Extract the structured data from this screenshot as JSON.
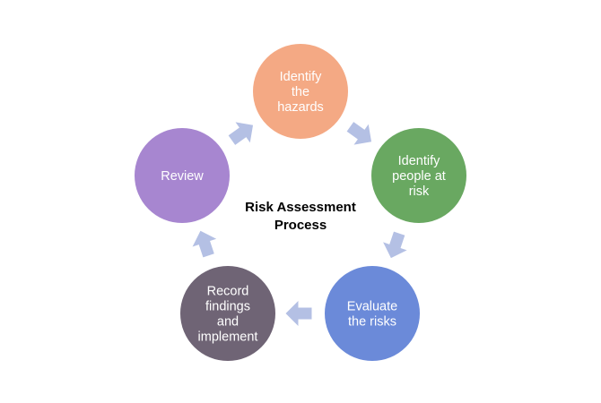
{
  "diagram": {
    "title_lines": [
      "Risk Assessment",
      "Process"
    ],
    "arrow_color": "#b4c0e4",
    "steps": [
      {
        "id": "identify-hazards",
        "lines": [
          "Identify",
          "the",
          "hazards"
        ],
        "color": "#f4a984"
      },
      {
        "id": "identify-people",
        "lines": [
          "Identify",
          "people at",
          "risk"
        ],
        "color": "#69a861"
      },
      {
        "id": "evaluate-risks",
        "lines": [
          "Evaluate",
          "the risks"
        ],
        "color": "#6b8ad9"
      },
      {
        "id": "record-findings",
        "lines": [
          "Record",
          "findings",
          "and",
          "implement"
        ],
        "color": "#6f6475"
      },
      {
        "id": "review",
        "lines": [
          "Review"
        ],
        "color": "#a786d0"
      }
    ]
  }
}
